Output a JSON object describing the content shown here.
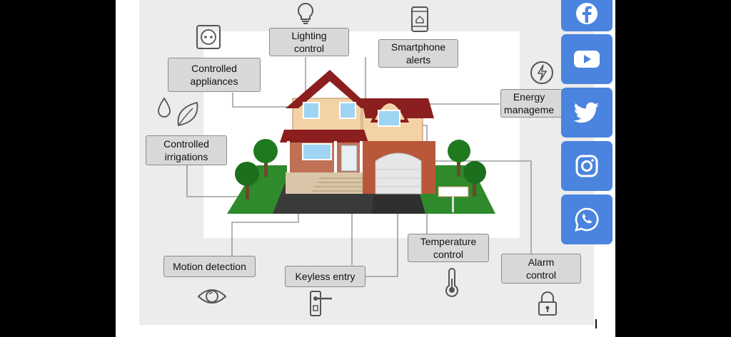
{
  "labels": {
    "lighting": "Lighting\ncontrol",
    "smartphone": "Smartphone\nalerts",
    "appliances": "Controlled\nappliances",
    "energy": "Energy\nmanageme",
    "irrigations": "Controlled\nirrigations",
    "motion": "Motion detection",
    "keyless": "Keyless entry",
    "temperature": "Temperature\ncontrol",
    "alarm": "Alarm\ncontrol"
  },
  "icons": {
    "lighting": "light-bulb-icon",
    "smartphone": "smartphone-icon",
    "appliances": "power-socket-icon",
    "energy": "lightning-icon",
    "irrigations": "water-drop-leaf-icon",
    "motion": "eye-icon",
    "keyless": "door-lock-icon",
    "temperature": "thermometer-icon",
    "alarm": "padlock-icon"
  },
  "social": [
    "facebook-icon",
    "youtube-icon",
    "twitter-icon",
    "instagram-icon",
    "whatsapp-icon"
  ],
  "colors": {
    "social_button": "#4a84de",
    "label_fill": "#d8d8d8",
    "label_border": "#8c8c8c",
    "lawn": "#2e8a2a",
    "roof": "#8b1e1e",
    "siding": "#f3d3a6",
    "brick": "#b8573a"
  }
}
